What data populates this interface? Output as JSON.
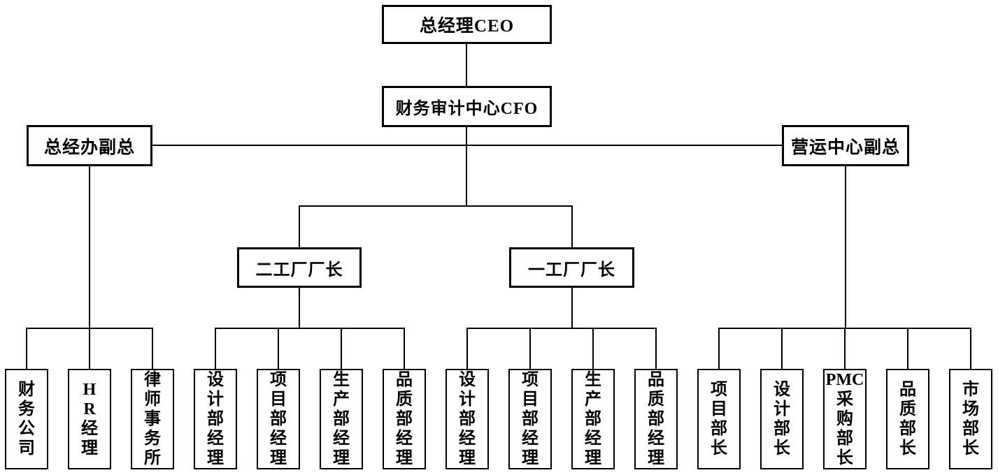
{
  "org": {
    "ceo": {
      "label": "总经理CEO"
    },
    "cfo": {
      "label": "财务审计中心CFO"
    },
    "left_vp": {
      "label": "总经办副总"
    },
    "right_vp": {
      "label": "营运中心副总"
    },
    "factory2": {
      "label": "二工厂厂长"
    },
    "factory1": {
      "label": "一工厂厂长"
    },
    "leaves": [
      {
        "id": "finance-company",
        "lines": [
          "财",
          "务",
          "公",
          "司"
        ]
      },
      {
        "id": "hr-manager",
        "lines": [
          "H",
          "R",
          "经",
          "理"
        ]
      },
      {
        "id": "law-firm",
        "lines": [
          "律",
          "师",
          "事",
          "务",
          "所"
        ]
      },
      {
        "id": "design-dept-manager-f2",
        "lines": [
          "设",
          "计",
          "部",
          "经",
          "理"
        ]
      },
      {
        "id": "project-dept-manager-f2",
        "lines": [
          "项",
          "目",
          "部",
          "经",
          "理"
        ]
      },
      {
        "id": "production-dept-manager-f2",
        "lines": [
          "生",
          "产",
          "部",
          "经",
          "理"
        ]
      },
      {
        "id": "quality-dept-manager-f2",
        "lines": [
          "品",
          "质",
          "部",
          "经",
          "理"
        ]
      },
      {
        "id": "design-dept-manager-f1",
        "lines": [
          "设",
          "计",
          "部",
          "经",
          "理"
        ]
      },
      {
        "id": "project-dept-manager-f1",
        "lines": [
          "项",
          "目",
          "部",
          "经",
          "理"
        ]
      },
      {
        "id": "production-dept-manager-f1",
        "lines": [
          "生",
          "产",
          "部",
          "经",
          "理"
        ]
      },
      {
        "id": "quality-dept-manager-f1",
        "lines": [
          "品",
          "质",
          "部",
          "经",
          "理"
        ]
      },
      {
        "id": "project-dept-head",
        "lines": [
          "项",
          "目",
          "部",
          "长"
        ]
      },
      {
        "id": "design-dept-head",
        "lines": [
          "设",
          "计",
          "部",
          "长"
        ]
      },
      {
        "id": "pmc-purchasing-dept-head",
        "lines": [
          "PMC",
          "采",
          "购",
          "部",
          "长"
        ]
      },
      {
        "id": "quality-dept-head",
        "lines": [
          "品",
          "质",
          "部",
          "长"
        ]
      },
      {
        "id": "market-dept-head",
        "lines": [
          "市",
          "场",
          "部",
          "长"
        ]
      }
    ],
    "colors": {
      "line": "#000000",
      "background": "#ffffff",
      "text": "#000000"
    }
  }
}
